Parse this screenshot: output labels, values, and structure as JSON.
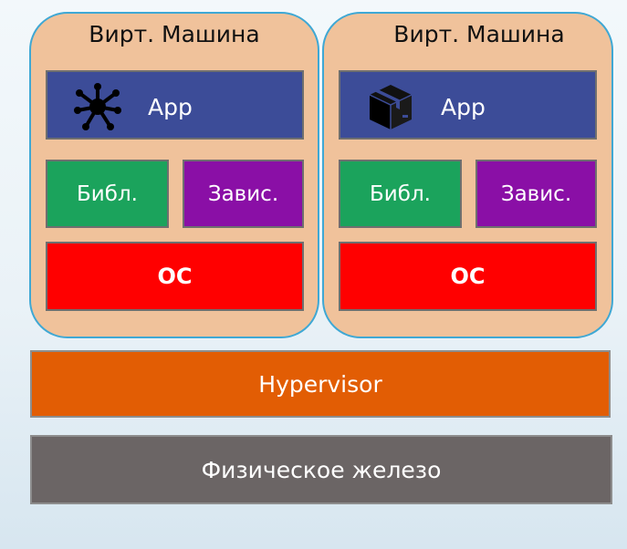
{
  "vms": [
    {
      "title": "Вирт. Машина",
      "app_label": "App",
      "app_icon": "network-hub-icon",
      "lib_label": "Библ.",
      "dep_label": "Завис.",
      "os_label": "OC"
    },
    {
      "title": "Вирт. Машина",
      "app_label": "App",
      "app_icon": "package-box-icon",
      "lib_label": "Библ.",
      "dep_label": "Завис.",
      "os_label": "OC"
    }
  ],
  "hypervisor_label": "Hypervisor",
  "hardware_label": "Физическое железо",
  "colors": {
    "vm_fill": "#f0c29b",
    "vm_border": "#3fa8d4",
    "app": "#3c4c98",
    "libraries": "#1ba35c",
    "dependencies": "#8a0fa6",
    "os": "#ff0000",
    "hypervisor": "#e25d04",
    "hardware": "#6b6565"
  }
}
